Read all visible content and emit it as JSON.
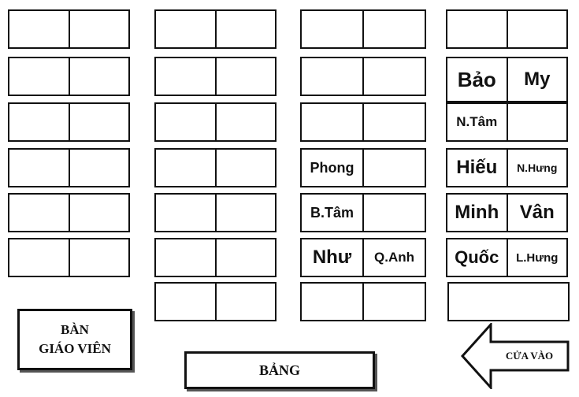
{
  "columns": [
    {
      "id": "col1",
      "desks": [
        [
          "",
          ""
        ],
        [
          "",
          ""
        ],
        [
          "",
          ""
        ],
        [
          "",
          ""
        ],
        [
          "",
          ""
        ],
        [
          "",
          ""
        ]
      ]
    },
    {
      "id": "col2",
      "desks": [
        [
          "",
          ""
        ],
        [
          "",
          ""
        ],
        [
          "",
          ""
        ],
        [
          "",
          ""
        ],
        [
          "",
          ""
        ],
        [
          "",
          ""
        ],
        [
          "",
          ""
        ]
      ]
    },
    {
      "id": "col3",
      "desks": [
        [
          "",
          ""
        ],
        [
          "",
          ""
        ],
        [
          "",
          ""
        ],
        [
          "Phong",
          ""
        ],
        [
          "B.Tâm",
          ""
        ],
        [
          "Như",
          "Q.Anh"
        ],
        [
          "",
          ""
        ]
      ]
    },
    {
      "id": "col4",
      "desks": [
        [
          "",
          ""
        ],
        [
          "Bảo",
          "My"
        ],
        [
          "N.Tâm",
          ""
        ],
        [
          "Hiếu",
          "N.Hưng"
        ],
        [
          "Minh",
          "Vân"
        ],
        [
          "Quốc",
          "L.Hưng"
        ],
        [
          ""
        ]
      ]
    }
  ],
  "teacher_desk": {
    "line1": "BÀN",
    "line2": "GIÁO VIÊN"
  },
  "board": {
    "label": "BẢNG"
  },
  "entrance": {
    "label": "CỬA VÀO",
    "icon": "arrow-left-icon"
  }
}
